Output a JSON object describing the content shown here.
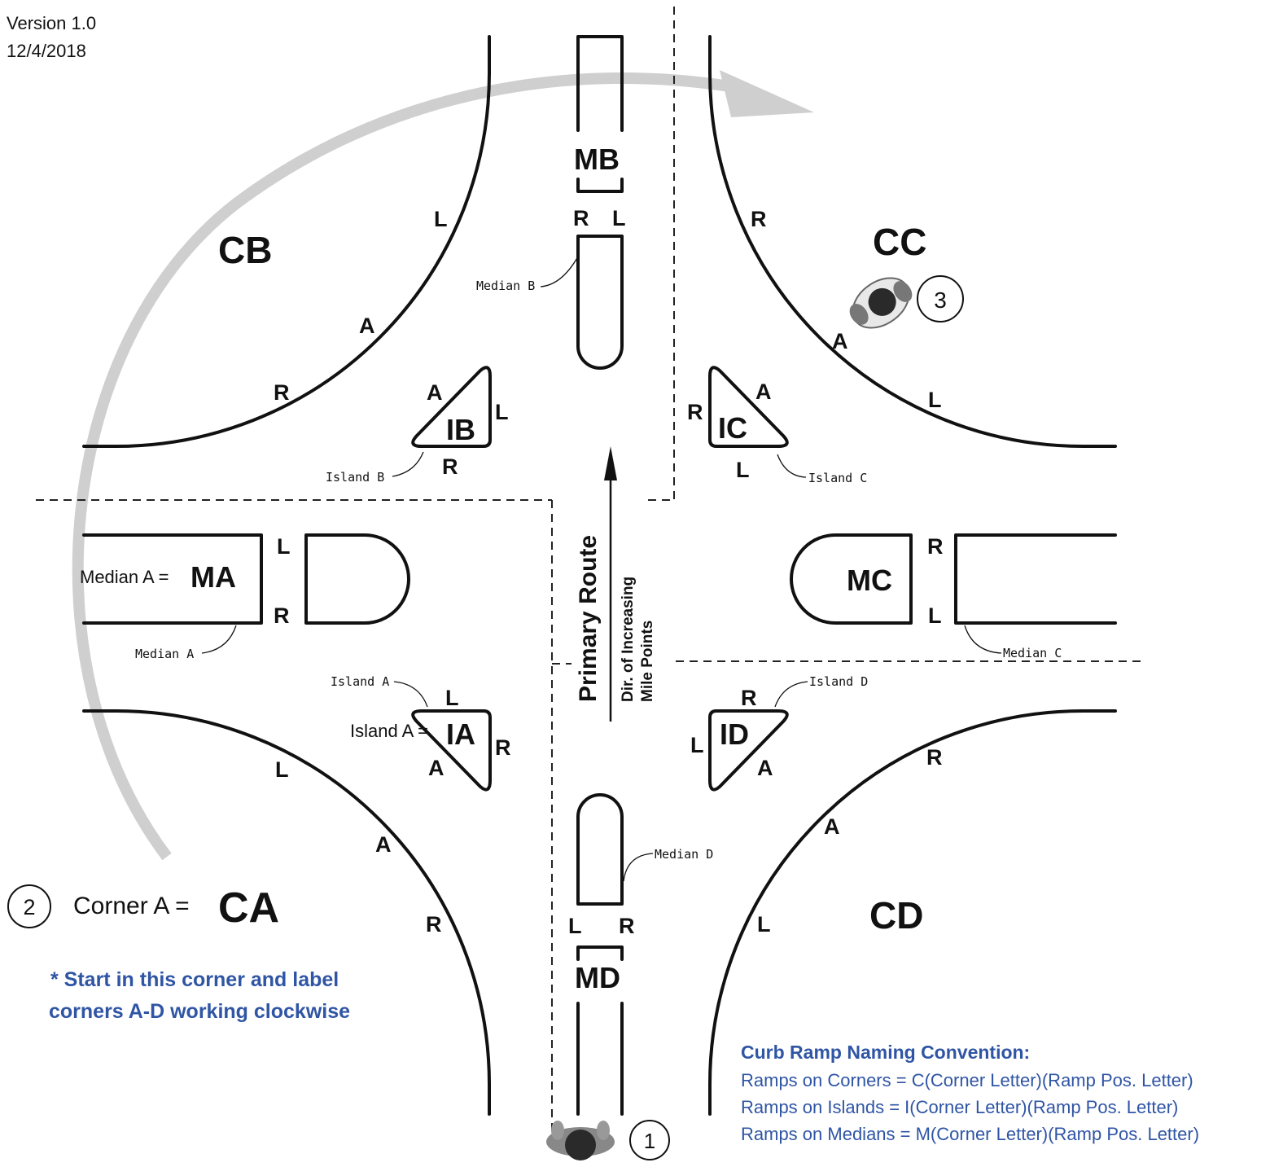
{
  "header": {
    "version": "Version 1.0",
    "date": "12/4/2018"
  },
  "corners": {
    "CA": "CA",
    "CB": "CB",
    "CC": "CC",
    "CD": "CD",
    "corner_a_prefix": "Corner A ="
  },
  "medians": {
    "MA": "MA",
    "MB": "MB",
    "MC": "MC",
    "MD": "MD",
    "median_a_prefix": "Median A =",
    "median_a_small": "Median A",
    "median_b_small": "Median B",
    "median_c_small": "Median C",
    "median_d_small": "Median D"
  },
  "islands": {
    "IA": "IA",
    "IB": "IB",
    "IC": "IC",
    "ID": "ID",
    "island_a_prefix": "Island A =",
    "island_a_small": "Island A",
    "island_b_small": "Island B",
    "island_c_small": "Island C",
    "island_d_small": "Island D"
  },
  "ramp_positions": {
    "left": "L",
    "apex": "A",
    "right": "R"
  },
  "route": {
    "primary": "Primary Route",
    "direction_line1": "Dir. of Increasing",
    "direction_line2": "Mile Points"
  },
  "markers": {
    "one": "1",
    "two": "2",
    "three": "3"
  },
  "start_note": {
    "line1": "* Start in this corner and label",
    "line2": "corners A-D working clockwise"
  },
  "naming_convention": {
    "title": "Curb Ramp Naming Convention:",
    "corners": "Ramps on Corners = C(Corner Letter)(Ramp Pos. Letter)",
    "islands": "Ramps on Islands = I(Corner Letter)(Ramp Pos. Letter)",
    "medians": "Ramps on Medians = M(Corner Letter)(Ramp Pos. Letter)"
  },
  "colors": {
    "accent_blue": "#2f55a4",
    "arrow_gray": "#cfcfcf",
    "line": "#111111"
  }
}
